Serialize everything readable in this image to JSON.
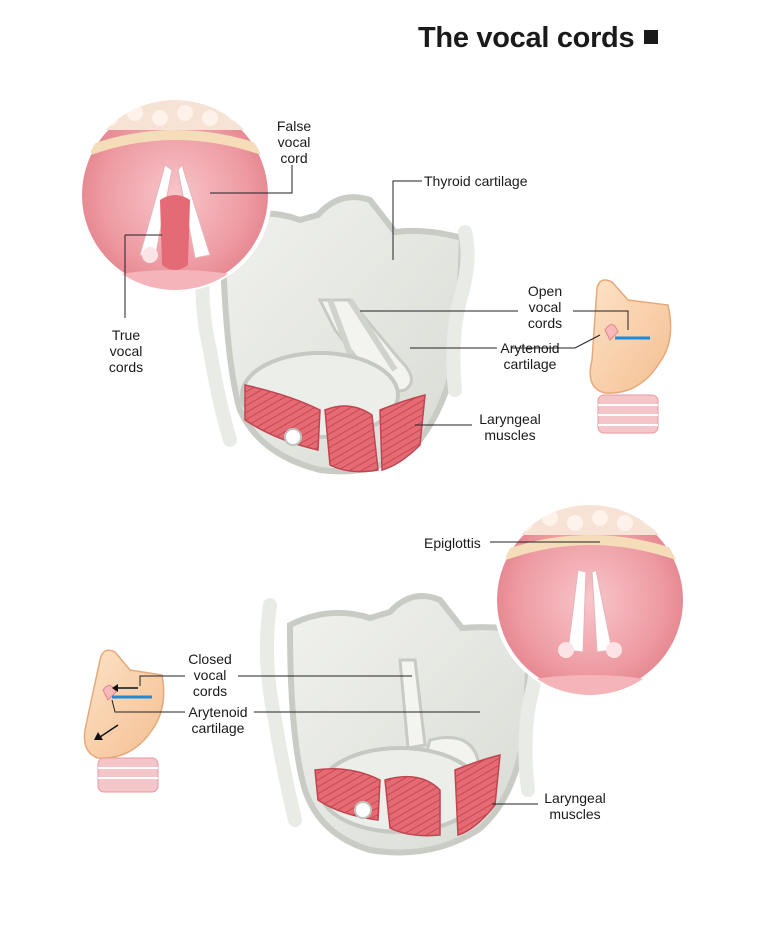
{
  "title": "The vocal cords",
  "top_figure": {
    "false_vocal_cord": "False\nvocal\ncord",
    "thyroid_cartilage": "Thyroid cartilage",
    "true_vocal_cords": "True\nvocal\ncords",
    "open_vocal_cords": "Open\nvocal\ncords",
    "arytenoid_cartilage": "Arytenoid\ncartilage",
    "laryngeal_muscles": "Laryngeal\nmuscles"
  },
  "bottom_figure": {
    "epiglottis": "Epiglottis",
    "closed_vocal_cords": "Closed\nvocal\ncords",
    "arytenoid_cartilage": "Arytenoid\ncartilage",
    "laryngeal_muscles": "Laryngeal\nmuscles"
  },
  "colors": {
    "cartilage": "#e6e8e1",
    "cartilage_outline": "#c9cdc7",
    "muscle": "#e0616a",
    "tissue_pink": "#f2a0a8",
    "skin": "#f8cfa8",
    "indicator_blue": "#1f8ad8"
  }
}
